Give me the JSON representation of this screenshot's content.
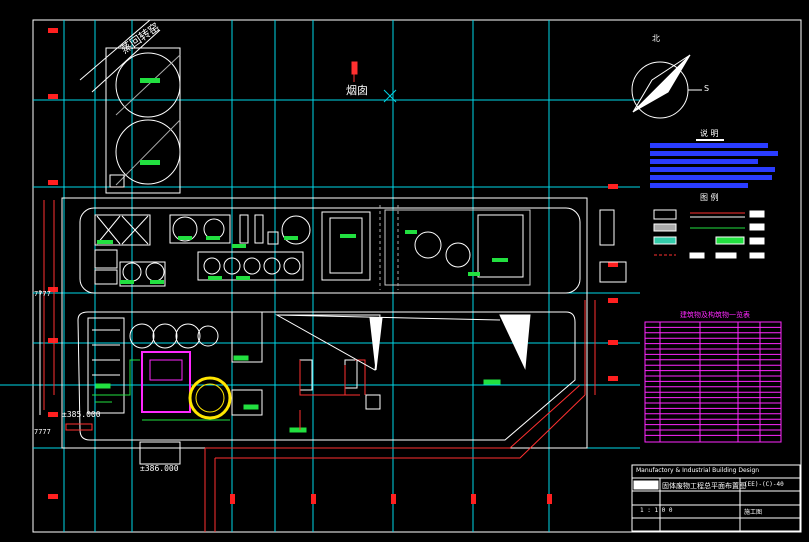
{
  "drawing": {
    "road_label": "蒸回转窑",
    "chimney_label": "烟囱",
    "north_label": "北",
    "east_label": "S",
    "legend_title": "图 例",
    "notes_title": "说 明",
    "table_title": "建筑物及构筑物一览表",
    "elevation_1": "±385.000",
    "elevation_2": "±386.000",
    "side_mark": "7777",
    "side_mark_2": "7777"
  },
  "title_block": {
    "header_line_1": "Manufactory & Industrial Building Design",
    "project_name": "固体废物工程总平面布置图",
    "drawing_no": "(EE)-(C)-40",
    "scale_label": "1 : 1 0 0",
    "phase": "施工图"
  },
  "colors": {
    "background": "#000000",
    "frame": "#ffffff",
    "axis": "#00d8e8",
    "building": "#ffffff",
    "tank_green": "#22e040",
    "road_red": "#ff3030",
    "table_magenta": "#ff28ff",
    "notes_blue": "#2a3cff",
    "compass": "#ffffff",
    "highlight_yellow": "#ffe600"
  },
  "icons": {
    "compass": "north-arrow-icon",
    "chimney_marker": "cross-marker-icon"
  }
}
